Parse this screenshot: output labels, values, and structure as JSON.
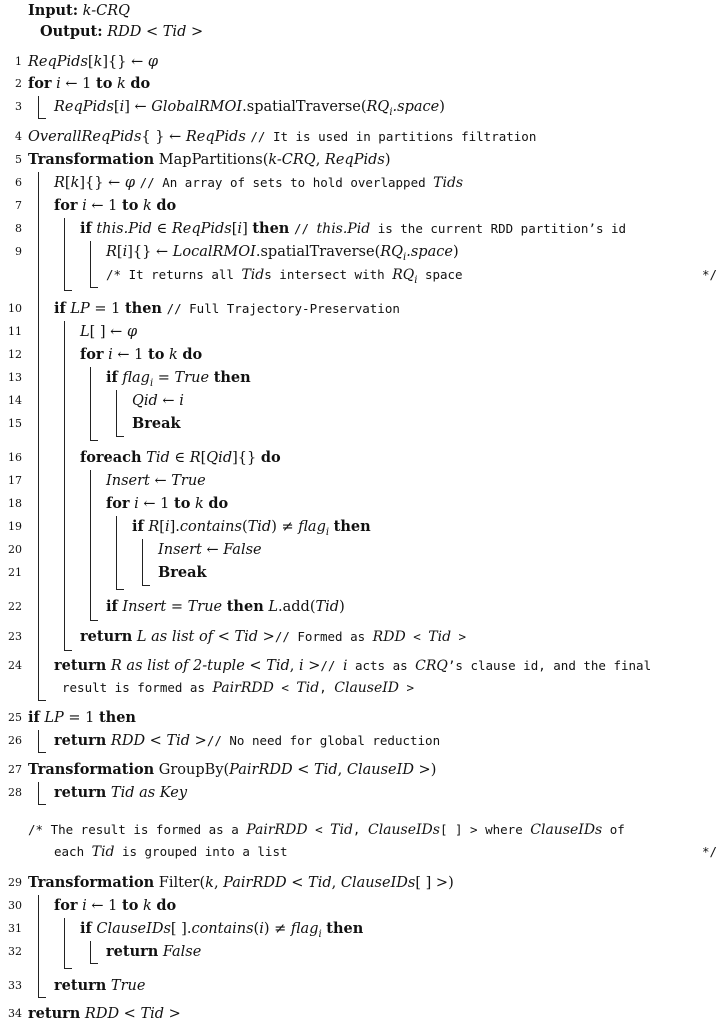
{
  "header": {
    "input_label": "Input:",
    "input_value": "k-CRQ",
    "output_label": "Output:",
    "output_value": "RDD < Tid >"
  },
  "lines": [
    {
      "num": "1",
      "text": "ReqPids[k]{} ← φ"
    },
    {
      "num": "2",
      "text": "for i ← 1 to k do"
    },
    {
      "num": "3",
      "text": "ReqPids[i] ← GlobalRMOI.spatialTraverse(RQi.space)"
    },
    {
      "num": "4",
      "text": "OverallReqPids{ } ← ReqPids // It is used in partitions filtration"
    },
    {
      "num": "5",
      "text": "Transformation MapPartitions(k-CRQ, ReqPids)"
    },
    {
      "num": "6",
      "text": "R[k]{} ← φ // An array of sets to hold overlapped Tids"
    },
    {
      "num": "7",
      "text": "for i ← 1 to k do"
    },
    {
      "num": "8",
      "text": "if this.Pid ∈ ReqPids[i] then // this.Pid is the current RDD partition’s id"
    },
    {
      "num": "9",
      "text": "R[i]{} ← LocalRMOI.spatialTraverse(RQi.space)"
    },
    {
      "num": "",
      "text": "/* It returns all Tids intersect with RQi space */"
    },
    {
      "num": "10",
      "text": "if LP = 1 then // Full Trajectory-Preservation"
    },
    {
      "num": "11",
      "text": "L[ ] ← φ"
    },
    {
      "num": "12",
      "text": "for i ← 1 to k do"
    },
    {
      "num": "13",
      "text": "if flagi = True then"
    },
    {
      "num": "14",
      "text": "Qid ← i"
    },
    {
      "num": "15",
      "text": "Break"
    },
    {
      "num": "16",
      "text": "foreach Tid ∈ R[Qid]{} do"
    },
    {
      "num": "17",
      "text": "Insert ← True"
    },
    {
      "num": "18",
      "text": "for i ← 1 to k do"
    },
    {
      "num": "19",
      "text": "if R[i].contains(Tid) ≠ flagi then"
    },
    {
      "num": "20",
      "text": "Insert ← False"
    },
    {
      "num": "21",
      "text": "Break"
    },
    {
      "num": "22",
      "text": "if Insert = True then L.add(Tid)"
    },
    {
      "num": "23",
      "text": "return L as list of < Tid >// Formed as RDD < Tid >"
    },
    {
      "num": "24",
      "text": "return R as list of 2-tuple < Tid, i >// i acts as CRQ’s clause id, and the final"
    },
    {
      "num": "",
      "text": "result is formed as PairRDD < Tid, ClauseID >"
    },
    {
      "num": "25",
      "text": "if LP = 1 then"
    },
    {
      "num": "26",
      "text": "return RDD < Tid >// No need for global reduction"
    },
    {
      "num": "27",
      "text": "Transformation GroupBy(PairRDD < Tid, ClauseID >)"
    },
    {
      "num": "28",
      "text": "return Tid as Key"
    },
    {
      "num": "",
      "text": "/* The result is formed as a PairRDD < Tid, ClauseIDs[ ] > where ClauseIDs of"
    },
    {
      "num": "",
      "text": "each Tid is grouped into a list */"
    },
    {
      "num": "29",
      "text": "Transformation Filter(k, PairRDD < Tid, ClauseIDs[ ] >)"
    },
    {
      "num": "30",
      "text": "for i ← 1 to k do"
    },
    {
      "num": "31",
      "text": "if ClauseIDs[ ].contains(i) ≠ flagi then"
    },
    {
      "num": "32",
      "text": "return False"
    },
    {
      "num": "33",
      "text": "return True"
    },
    {
      "num": "34",
      "text": "return RDD < Tid >"
    }
  ]
}
